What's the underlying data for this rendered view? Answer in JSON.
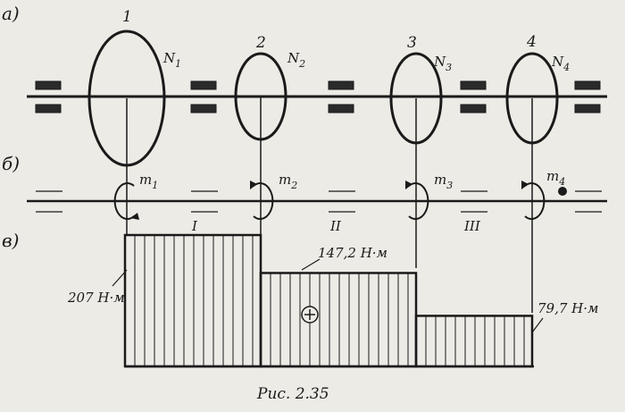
{
  "rows": {
    "a": "а)",
    "b": "б)",
    "c": "в)"
  },
  "pulleys": [
    {
      "num": "1",
      "n": "N",
      "sub": "1"
    },
    {
      "num": "2",
      "n": "N",
      "sub": "2"
    },
    {
      "num": "3",
      "n": "N",
      "sub": "3"
    },
    {
      "num": "4",
      "n": "N",
      "sub": "4"
    }
  ],
  "moments": [
    {
      "m": "m",
      "sub": "1"
    },
    {
      "m": "m",
      "sub": "2"
    },
    {
      "m": "m",
      "sub": "3"
    },
    {
      "m": "m",
      "sub": "4"
    }
  ],
  "sections": [
    "I",
    "II",
    "III"
  ],
  "diagram_values": {
    "left": "207 Н·м",
    "middle": "147,2 Н·м",
    "right": "79,7 Н·м",
    "sign": "⊕"
  },
  "caption": "Рис.  2.35",
  "chart_data": {
    "type": "bar",
    "categories": [
      "I",
      "II",
      "III"
    ],
    "values": [
      207,
      147.2,
      79.7
    ],
    "unit": "Н·м"
  }
}
